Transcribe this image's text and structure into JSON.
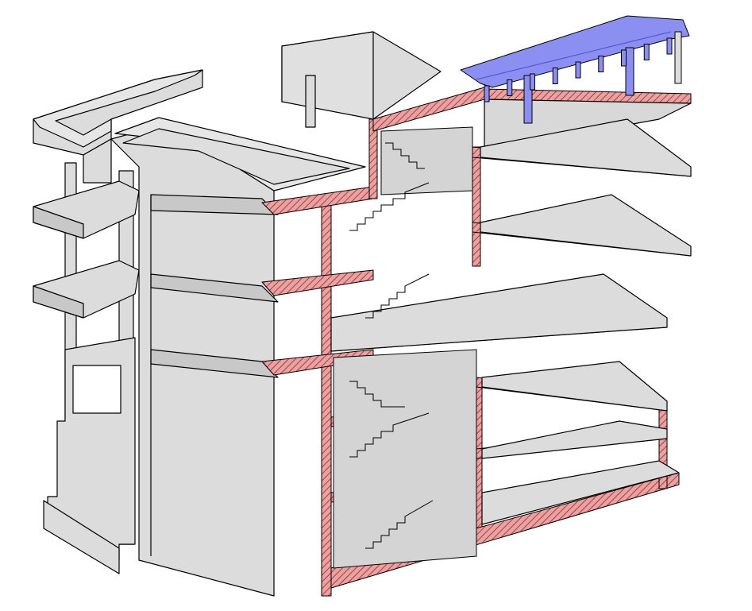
{
  "drawing": {
    "type": "axonometric building section",
    "floors_visible": 6,
    "stair_flights": 6,
    "roof_frames": 9
  },
  "colors": {
    "background": "#ffffff",
    "concrete": "#dcdcdc",
    "concrete_dark": "#c8c8c8",
    "outline": "#000000",
    "section_cut": "#e7a3a3",
    "section_hatch": "#b23a3a",
    "roof_steel": "#8c8ff2",
    "roof_steel_dark": "#4b4fd1"
  }
}
